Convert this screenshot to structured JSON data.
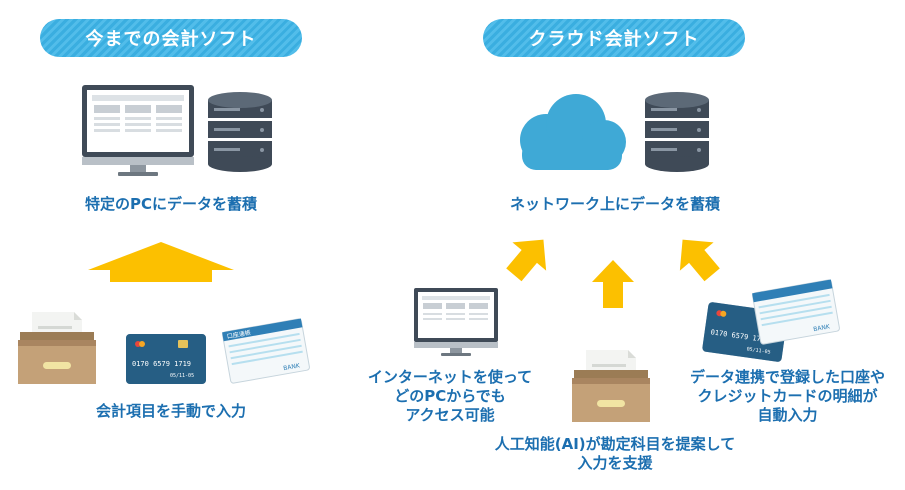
{
  "left": {
    "title": "今までの会計ソフト",
    "caption_storage": "特定のPCにデータを蓄積",
    "caption_input": "会計項目を手動で入力"
  },
  "right": {
    "title": "クラウド会計ソフト",
    "caption_storage": "ネットワーク上にデータを蓄積",
    "caption_internet": [
      "インターネットを使って",
      "どのPCからでも",
      "アクセス可能"
    ],
    "caption_ai": [
      "人工知能(AI)が勘定科目を提案して",
      "入力を支援"
    ],
    "caption_bank": [
      "データ連携で登録した口座や",
      "クレジットカードの明細が",
      "自動入力"
    ]
  },
  "card": {
    "number": "0170 6579 1719",
    "expiry": "05/11-05"
  },
  "passbook": {
    "label": "BANK",
    "header": "口座通帳"
  },
  "colors": {
    "accent": "#3aaee0",
    "text": "#1c6fb0",
    "arrow": "#fcc000",
    "cloud": "#3fa9d6"
  },
  "icons": [
    "monitor-icon",
    "database-icon",
    "cloud-icon",
    "inbox-tray-icon",
    "credit-card-icon",
    "passbook-icon",
    "up-arrow-icon"
  ]
}
